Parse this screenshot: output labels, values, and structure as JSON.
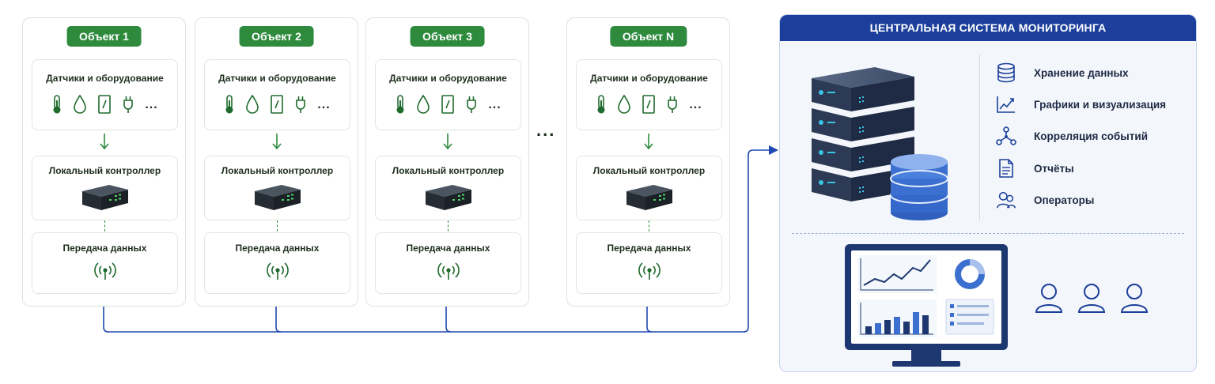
{
  "objects": [
    {
      "title": "Объект 1"
    },
    {
      "title": "Объект 2"
    },
    {
      "title": "Объект 3"
    },
    {
      "title": "Объект N"
    }
  ],
  "object_sections": {
    "sensors": "Датчики и оборудование",
    "controller": "Локальный контроллер",
    "transmission": "Передача данных",
    "more_symbol": "..."
  },
  "between_objects": "...",
  "sensor_icons": [
    "thermometer-icon",
    "water-drop-icon",
    "door-sensor-icon",
    "power-plug-icon"
  ],
  "central": {
    "title": "ЦЕНТРАЛЬНАЯ СИСТЕМА МОНИТОРИНГА",
    "features": [
      {
        "label": "Хранение данных",
        "icon": "database-icon"
      },
      {
        "label": "Графики и визуализация",
        "icon": "line-chart-icon"
      },
      {
        "label": "Корреляция событий",
        "icon": "network-icon"
      },
      {
        "label": "Отчёты",
        "icon": "report-icon"
      },
      {
        "label": "Операторы",
        "icon": "operators-icon"
      }
    ]
  },
  "colors": {
    "green_accent": "#2e8b3e",
    "blue_accent": "#1b3f9a",
    "wire_blue": "#1f48b0"
  }
}
